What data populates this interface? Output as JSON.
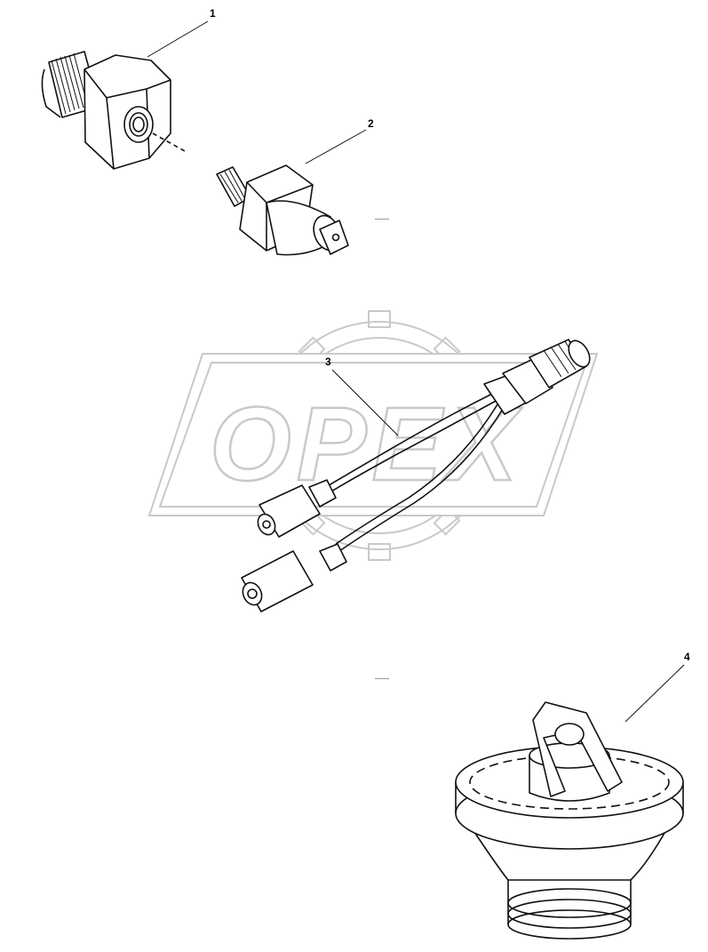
{
  "watermark": {
    "text": "OPEX"
  },
  "callouts": [
    {
      "id": "1"
    },
    {
      "id": "2"
    },
    {
      "id": "3"
    },
    {
      "id": "4"
    }
  ],
  "colors": {
    "line": "#111111",
    "watermark": "#c9c9c9",
    "background": "#ffffff"
  }
}
